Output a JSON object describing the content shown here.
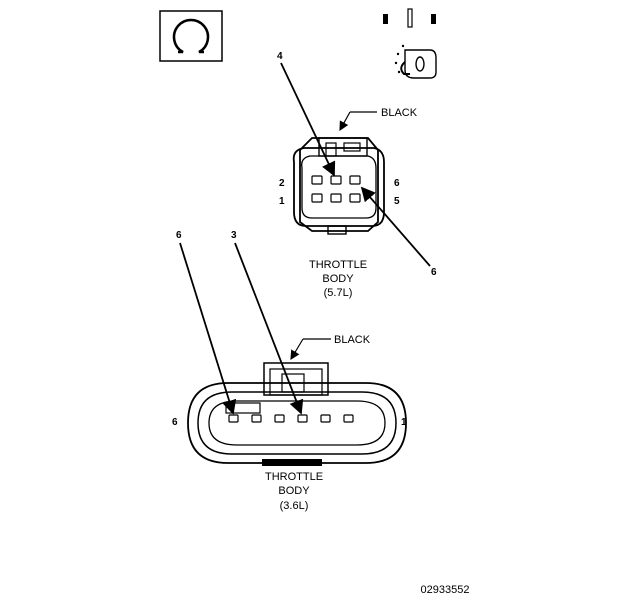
{
  "figure_id": "02933552",
  "connector_57": {
    "color_label": "BLACK",
    "title_line1": "THROTTLE",
    "title_line2": "BODY",
    "title_line3": "(5.7L)",
    "pin_labels": {
      "top_left": "2",
      "bottom_left": "1",
      "top_right": "6",
      "bottom_right": "5"
    },
    "callouts": {
      "upper": "4",
      "lower": "6"
    }
  },
  "connector_36": {
    "color_label": "BLACK",
    "title_line1": "THROTTLE",
    "title_line2": "BODY",
    "title_line3": "(3.6L)",
    "pin_labels": {
      "left": "6",
      "right": "1"
    },
    "callouts": {
      "left": "6",
      "right": "3"
    }
  }
}
